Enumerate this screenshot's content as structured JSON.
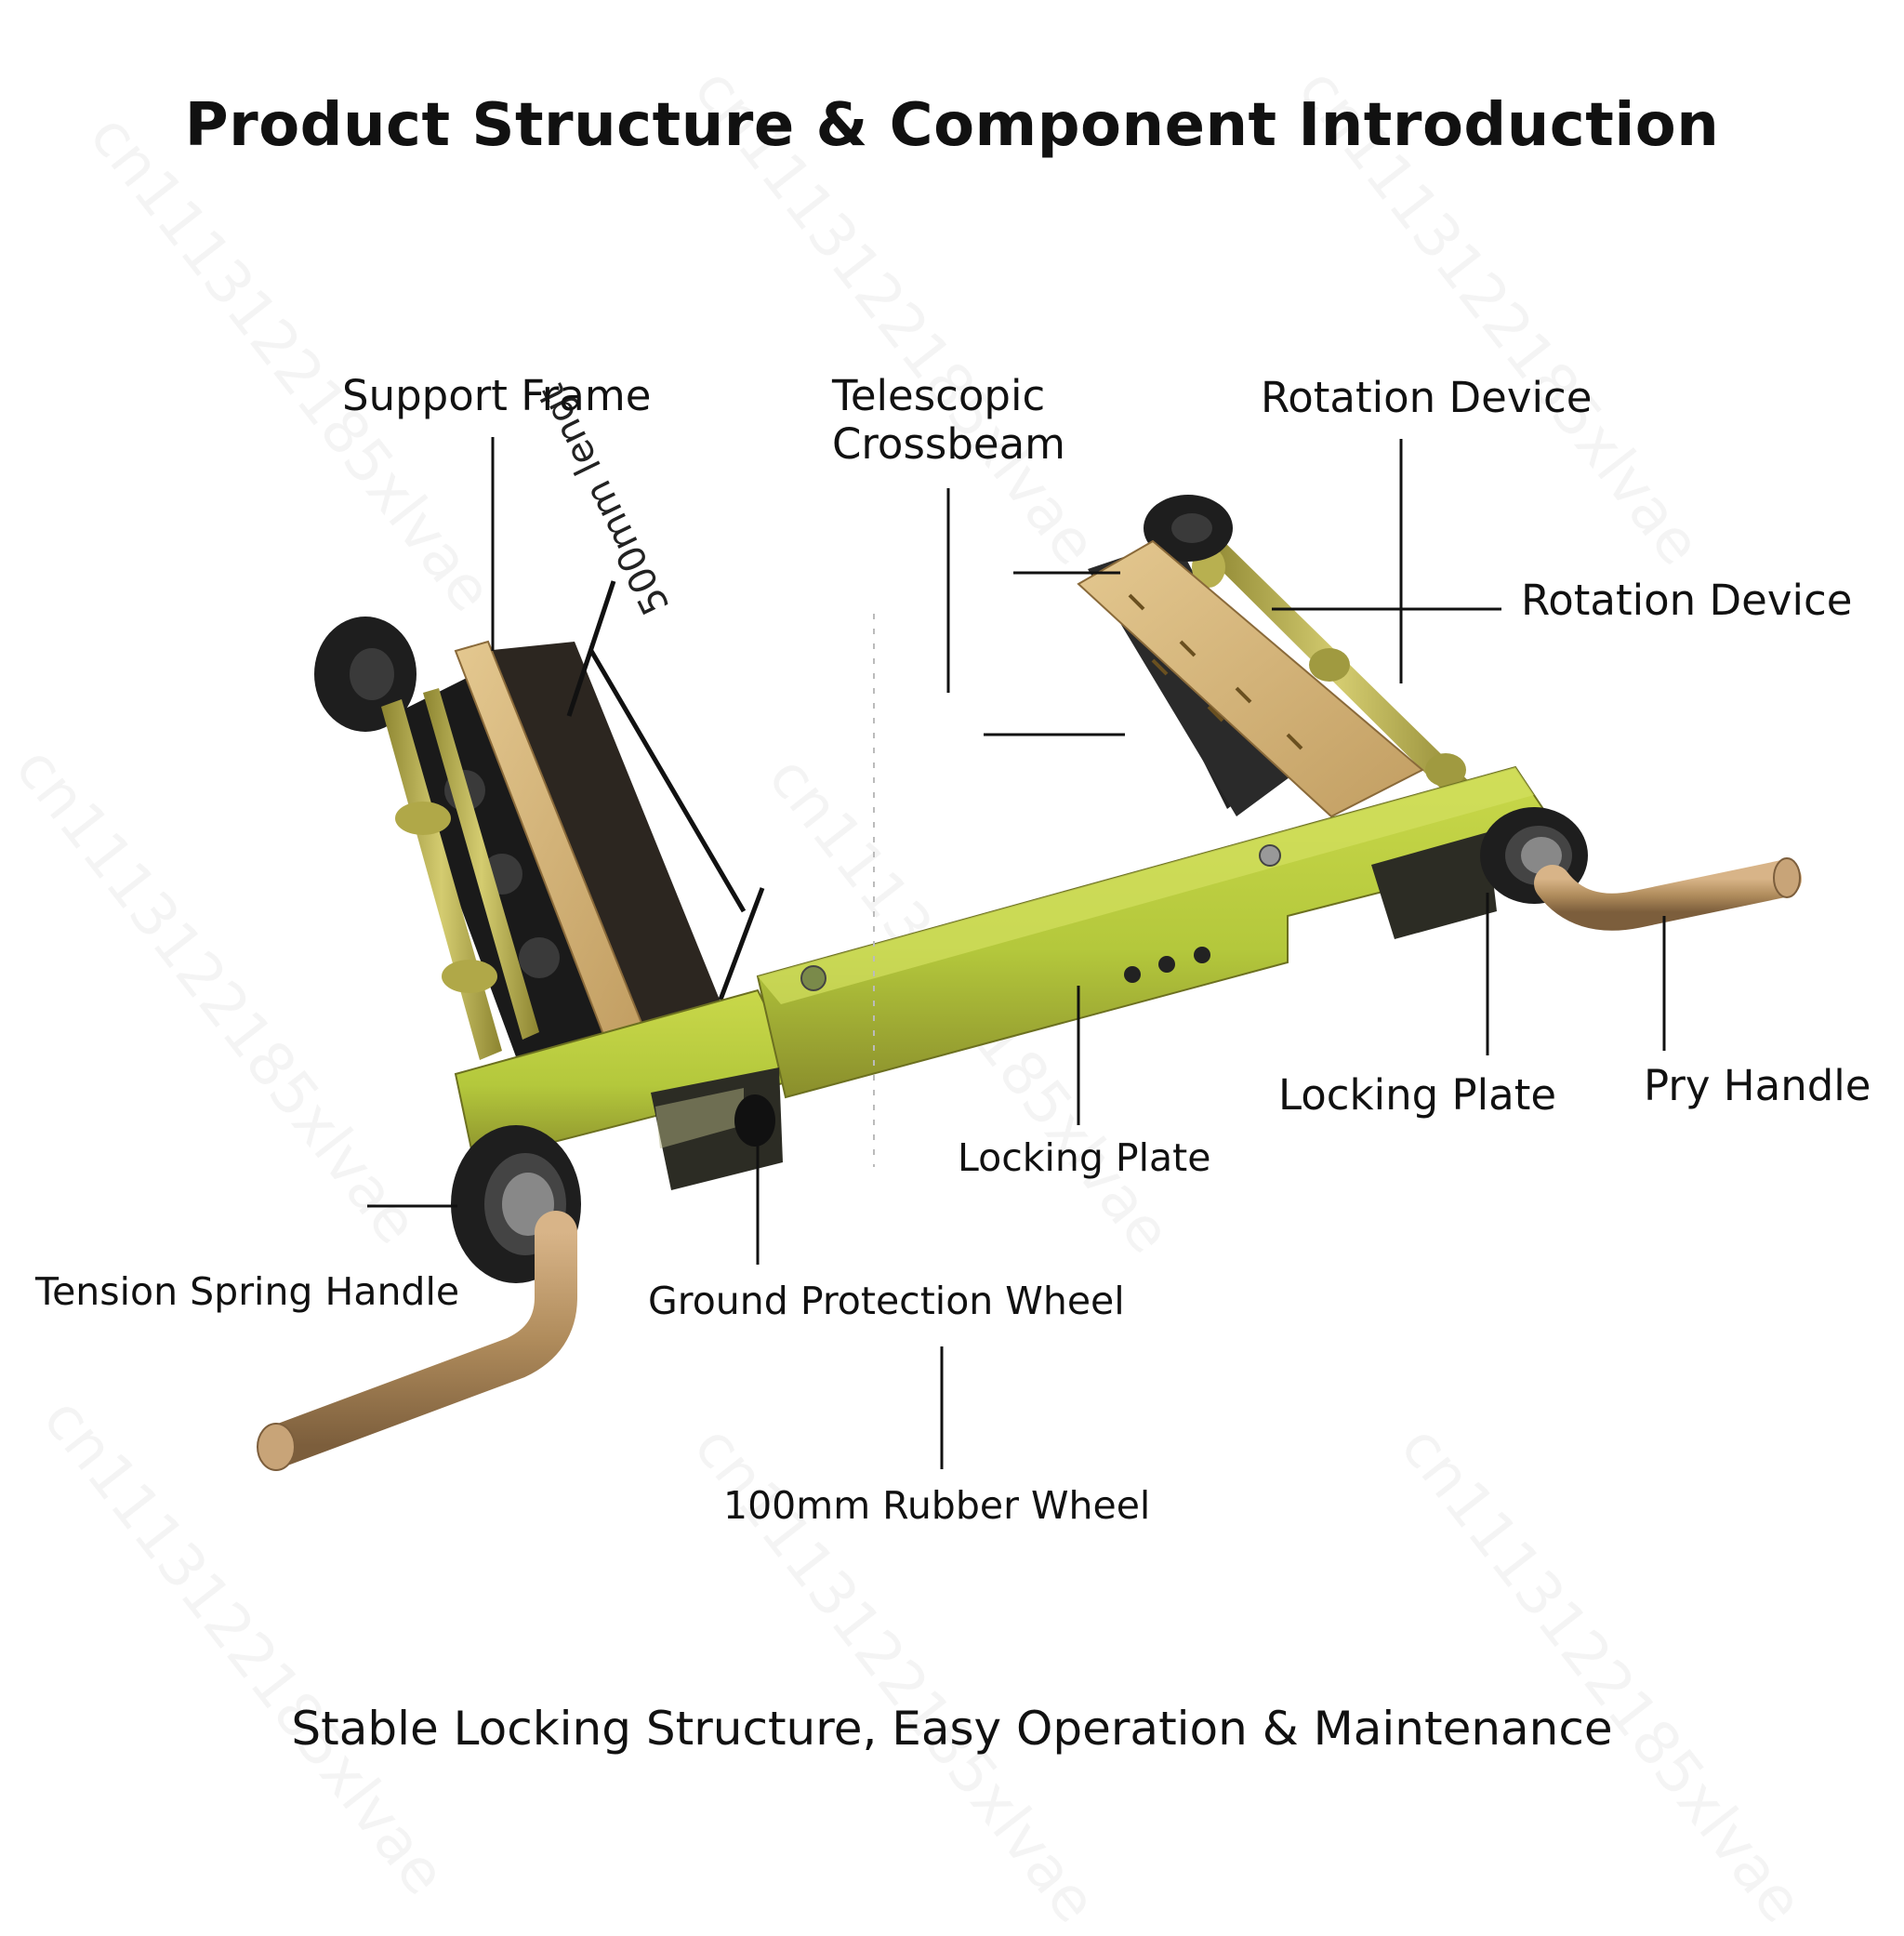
{
  "header": {
    "title": "Product Structure & Component Introduction"
  },
  "footer": {
    "tagline": "Stable Locking Structure, Easy Operation & Maintenance"
  },
  "labels": {
    "support_frame": "Support Frame",
    "telescopic_crossbeam": "Telescopic\nCrossbeam",
    "rotation_device_top": "Rotation Device",
    "rotation_device_side": "Rotation Device",
    "tension_spring_handle": "Tension Spring Handle",
    "ground_protection_wheel": "Ground Protection Wheel",
    "locking_plate_center": "Locking Plate",
    "locking_plate_right": "Locking Plate",
    "pry_handle": "Pry Handle",
    "rubber_wheel": "100mm Rubber Wheel"
  },
  "dimension_mark": "500mm lengt",
  "watermark": "cn1113122185xlvae",
  "colors": {
    "crossbeam": "#b4c83c",
    "plate": "#d2b27a",
    "handle": "#b08c5c",
    "wheel": "#1e1e1e",
    "rod": "#a8a040"
  }
}
